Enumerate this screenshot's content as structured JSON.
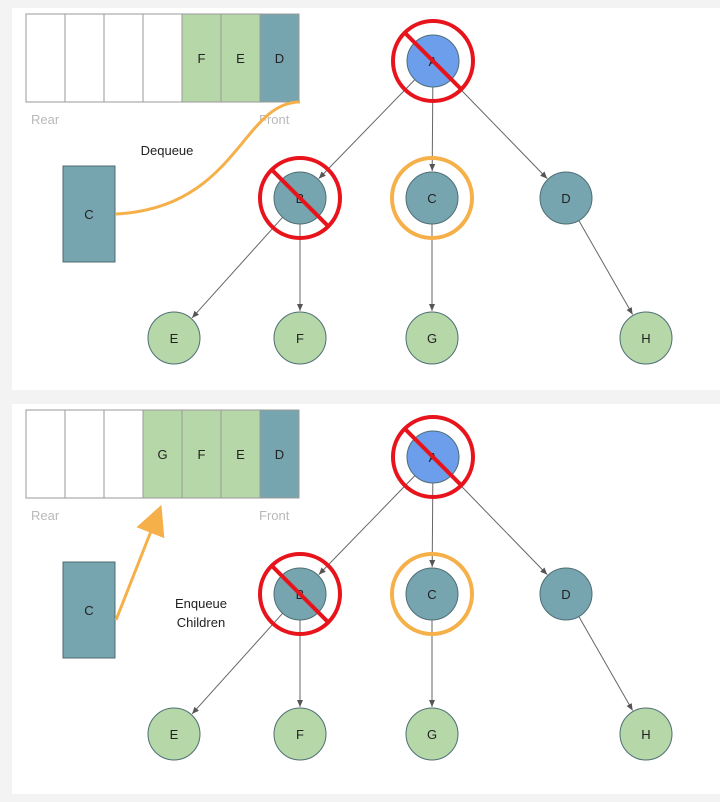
{
  "colors": {
    "empty_slot": "#ffffff",
    "queued": "#b6d7a8",
    "front": "#76a5af",
    "visited_root": "#6d9eeb",
    "node_teal": "#76a5af",
    "node_green": "#b6d7a8",
    "cross_out": "#e8141c",
    "current": "#f6b04a",
    "edge": "#666666"
  },
  "panels": [
    {
      "id": "top",
      "queue": {
        "slots": [
          "",
          "",
          "",
          "",
          "F",
          "E",
          "D"
        ],
        "rear_label": "Rear",
        "front_label": "Front"
      },
      "current_box_label": "C",
      "caption": [
        "Dequeue"
      ],
      "arrow": "curve-from-front-to-box"
    },
    {
      "id": "bottom",
      "queue": {
        "slots": [
          "",
          "",
          "",
          "G",
          "F",
          "E",
          "D"
        ],
        "rear_label": "Rear",
        "front_label": "Front"
      },
      "current_box_label": "C",
      "caption": [
        "Enqueue",
        "Children"
      ],
      "arrow": "from-box-to-rear"
    }
  ],
  "tree": {
    "nodes": [
      {
        "id": "A",
        "label": "A",
        "state": "visited-root"
      },
      {
        "id": "B",
        "label": "B",
        "state": "visited"
      },
      {
        "id": "C",
        "label": "C",
        "state": "current"
      },
      {
        "id": "D",
        "label": "D",
        "state": "queued"
      },
      {
        "id": "E",
        "label": "E",
        "state": "leaf"
      },
      {
        "id": "F",
        "label": "F",
        "state": "leaf"
      },
      {
        "id": "G",
        "label": "G",
        "state": "leaf"
      },
      {
        "id": "H",
        "label": "H",
        "state": "leaf"
      }
    ],
    "edges": [
      [
        "A",
        "B"
      ],
      [
        "A",
        "C"
      ],
      [
        "A",
        "D"
      ],
      [
        "B",
        "E"
      ],
      [
        "B",
        "F"
      ],
      [
        "C",
        "G"
      ],
      [
        "D",
        "H"
      ]
    ]
  }
}
